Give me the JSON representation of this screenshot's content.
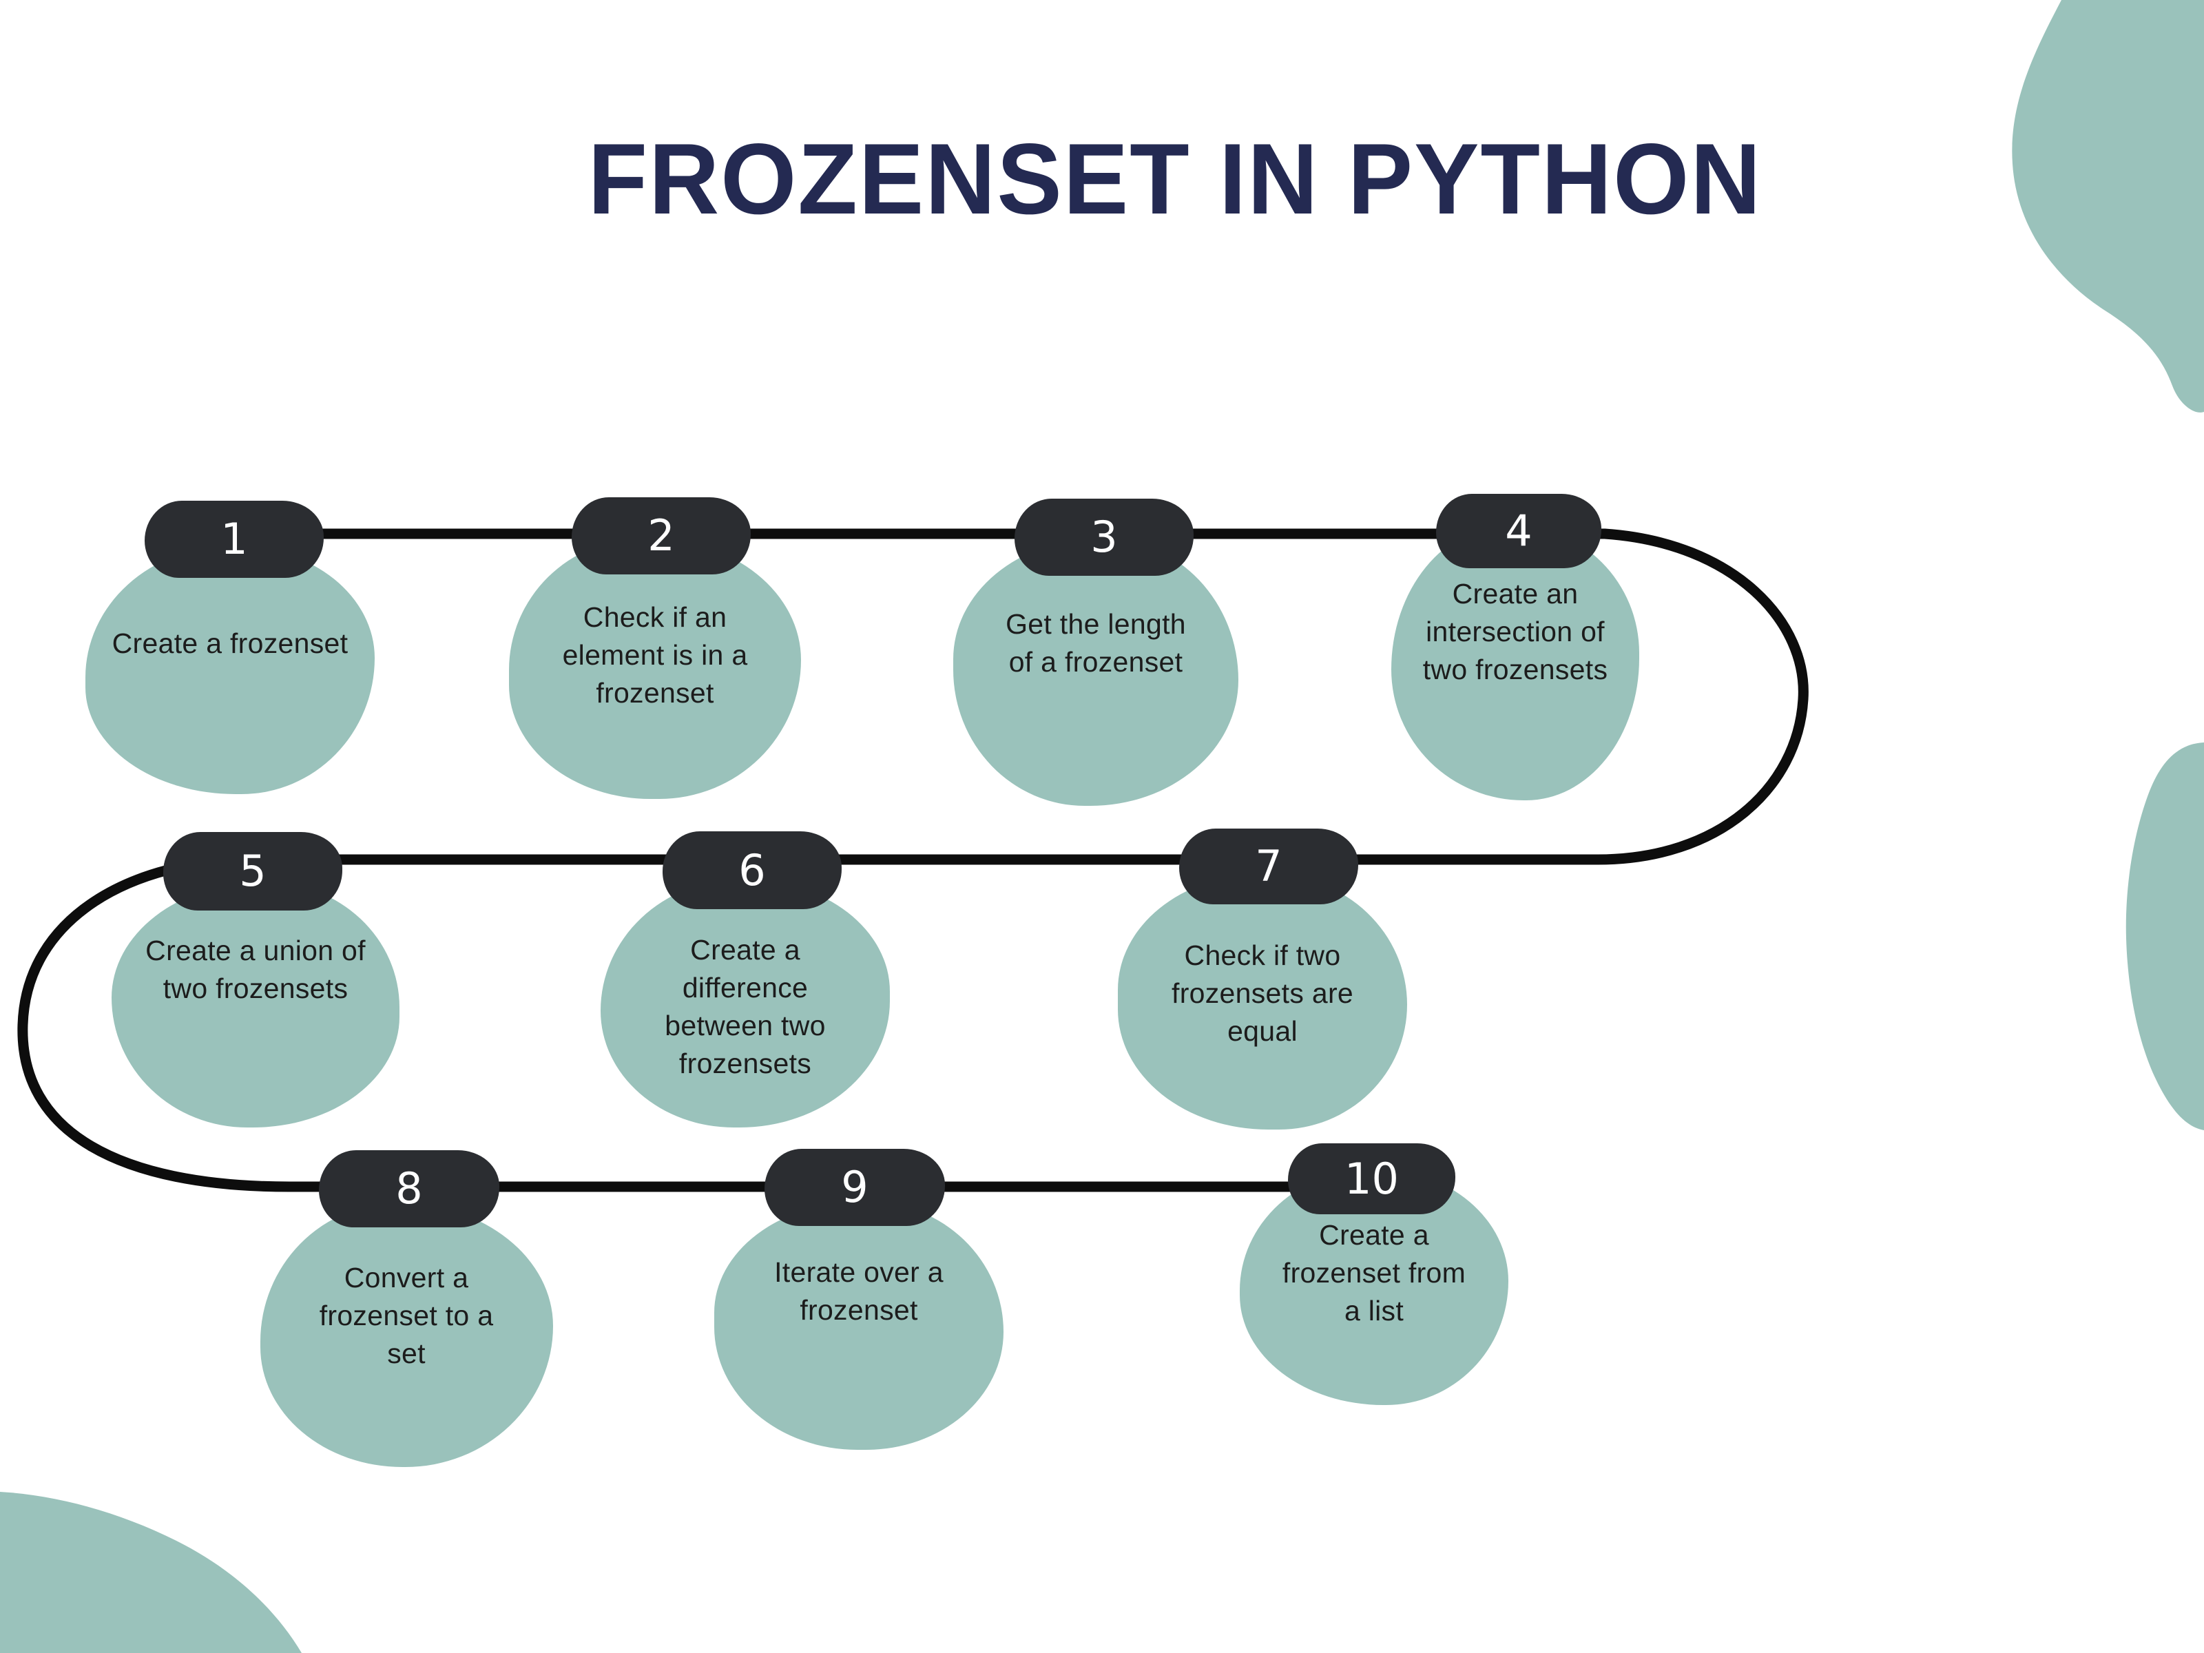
{
  "title": "FROZENSET IN PYTHON",
  "steps": [
    {
      "number": "1",
      "label": "Create a frozenset"
    },
    {
      "number": "2",
      "label": "Check if an\nelement is in a\nfrozenset"
    },
    {
      "number": "3",
      "label": "Get the length\nof a frozenset"
    },
    {
      "number": "4",
      "label": "Create an\nintersection of\ntwo frozensets"
    },
    {
      "number": "5",
      "label": "Create a union of\ntwo frozensets"
    },
    {
      "number": "6",
      "label": "Create a\ndifference\nbetween two\nfrozensets"
    },
    {
      "number": "7",
      "label": "Check if two\nfrozensets are\nequal"
    },
    {
      "number": "8",
      "label": "Convert a\nfrozenset to a\nset"
    },
    {
      "number": "9",
      "label": "Iterate over a\nfrozenset"
    },
    {
      "number": "10",
      "label": "Create a\nfrozenset from\na list"
    }
  ],
  "colors": {
    "background": "#ffffff",
    "teal_blob": "#9ac2bb",
    "badge": "#2b2d31",
    "title_navy": "#242a52",
    "body_text": "#1c1c1c",
    "connector_line": "#0d0d0d"
  }
}
